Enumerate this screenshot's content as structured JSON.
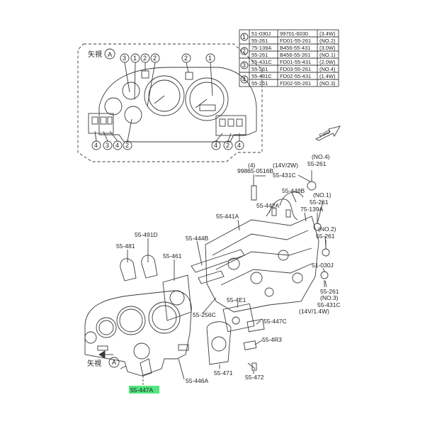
{
  "colors": {
    "line": "#3a3a3a",
    "highlight": "#35e06a"
  },
  "view_label": "矢視",
  "view_circle": "A",
  "view_circle_callouts_top": [
    "3",
    "1",
    "2",
    "2",
    "2",
    "1"
  ],
  "view_circle_callouts_bottom": [
    "4",
    "3",
    "4",
    "2",
    "4",
    "2",
    "4"
  ],
  "parts_table": [
    {
      "group": "1",
      "rows": [
        [
          "51-030J",
          "99701-6030",
          "(3.4W)"
        ],
        [
          "55-261",
          "FD01-55-261",
          "(NO.2)"
        ]
      ]
    },
    {
      "group": "2",
      "rows": [
        [
          "75-139A",
          "B456-55-431",
          "(3.0W)"
        ],
        [
          "55-261",
          "B456-55-261",
          "(NO.1)"
        ]
      ]
    },
    {
      "group": "3",
      "rows": [
        [
          "55-431C",
          "FD01-55-431",
          "(2.0W)"
        ],
        [
          "55-261",
          "FD03-55-261",
          "(NO.4)"
        ]
      ]
    },
    {
      "group": "4",
      "rows": [
        [
          "55-431C",
          "FD02-55-431",
          "(1.4W)"
        ],
        [
          "55-261",
          "FD02-55-261",
          "(NO.3)"
        ]
      ]
    }
  ],
  "fwd_label": "FWD",
  "parts": {
    "p99865": "99865-0516B",
    "p4": "(4)",
    "p431c_top": "55-431C",
    "p431c_top_note": "(14V/2W)",
    "p261_no4_note": "(NO.4)",
    "p261_no4": "55-261",
    "p448b": "55-448B",
    "p261_no1_note": "(NO.1)",
    "p261_no1": "55-261",
    "p442a": "55-442A",
    "p139a": "75-139A",
    "p441a": "55-441A",
    "p261_no2_note": "(NO.2)",
    "p261_no2": "55-261",
    "p491d": "55-491D",
    "p444b": "55-444B",
    "p481": "55-481",
    "p461": "55-461",
    "p030j": "51-030J",
    "p261_no3": "55-261",
    "p261_no3_note": "(NO.3)",
    "p431c_bot": "55-431C",
    "p431c_bot_note": "(14V/1.4W)",
    "p4e1": "55-4E1",
    "p256c": "55-256C",
    "p447c": "55-447C",
    "p4r3": "55-4R3",
    "p446a": "55-446A",
    "p471": "55-471",
    "p472": "55-472",
    "p447a": "55-447A"
  },
  "bottom_view_label": "矢視",
  "bottom_view_circle": "A"
}
